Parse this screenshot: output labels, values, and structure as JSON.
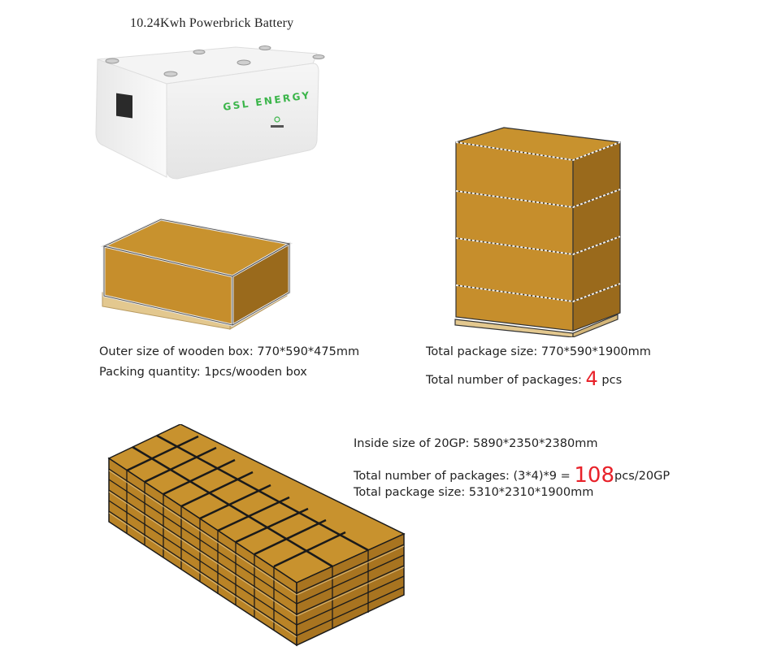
{
  "title": "10.24Kwh Powerbrick Battery",
  "battery": {
    "brand": "GSL ENERGY",
    "brand_color": "#3bb54a",
    "body_color": "#f2f2f2"
  },
  "single_box": {
    "line1": "Outer size of wooden box: 770*590*475mm",
    "line2": "Packing quantity: 1pcs/wooden box"
  },
  "stack": {
    "line1": "Total package size: 770*590*1900mm",
    "line2_prefix": "Total number of packages: ",
    "line2_count": "4",
    "line2_suffix": " pcs"
  },
  "container": {
    "line1": "Inside size of 20GP: 5890*2350*2380mm",
    "line2_prefix": "Total number of packages: (3*4)*9 = ",
    "line2_count": "108",
    "line2_suffix": "pcs/20GP",
    "line3": "Total package size: 5310*2310*1900mm"
  },
  "colors": {
    "wood": "#c8922e",
    "wood_dark": "#9a6a1c",
    "pallet": "#e3c88f",
    "highlight_red": "#e8222a"
  }
}
